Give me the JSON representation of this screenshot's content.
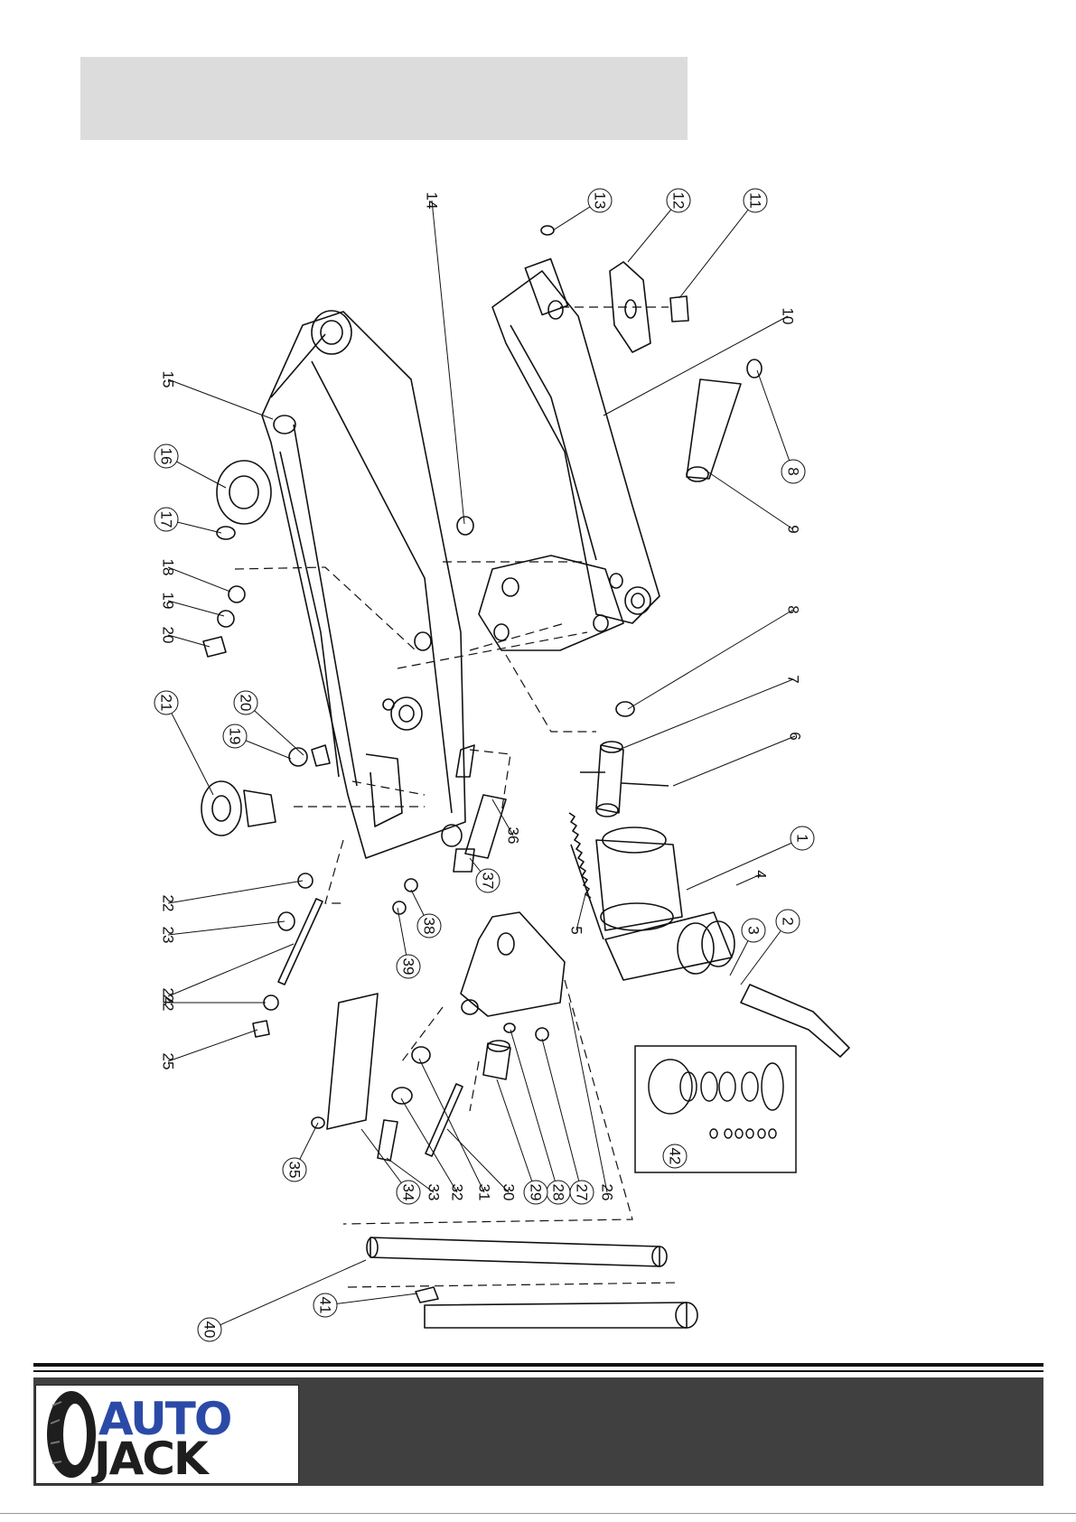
{
  "document": {
    "brand": {
      "line1": "AUTO",
      "line2": "JACK"
    },
    "colors": {
      "title_band": "#dcdcdc",
      "footer_bar": "#404040",
      "logo_blue": "#2b4aa8",
      "logo_dark": "#1e1e1e"
    },
    "callouts": [
      "1",
      "2",
      "3",
      "4",
      "5",
      "6",
      "7",
      "8",
      "8",
      "9",
      "10",
      "11",
      "12",
      "13",
      "14",
      "15",
      "16",
      "17",
      "18",
      "19",
      "19",
      "20",
      "20",
      "21",
      "22",
      "22",
      "23",
      "24",
      "25",
      "26",
      "27",
      "28",
      "29",
      "30",
      "31",
      "32",
      "33",
      "34",
      "35",
      "36",
      "37",
      "38",
      "39",
      "40",
      "41",
      "42"
    ]
  }
}
